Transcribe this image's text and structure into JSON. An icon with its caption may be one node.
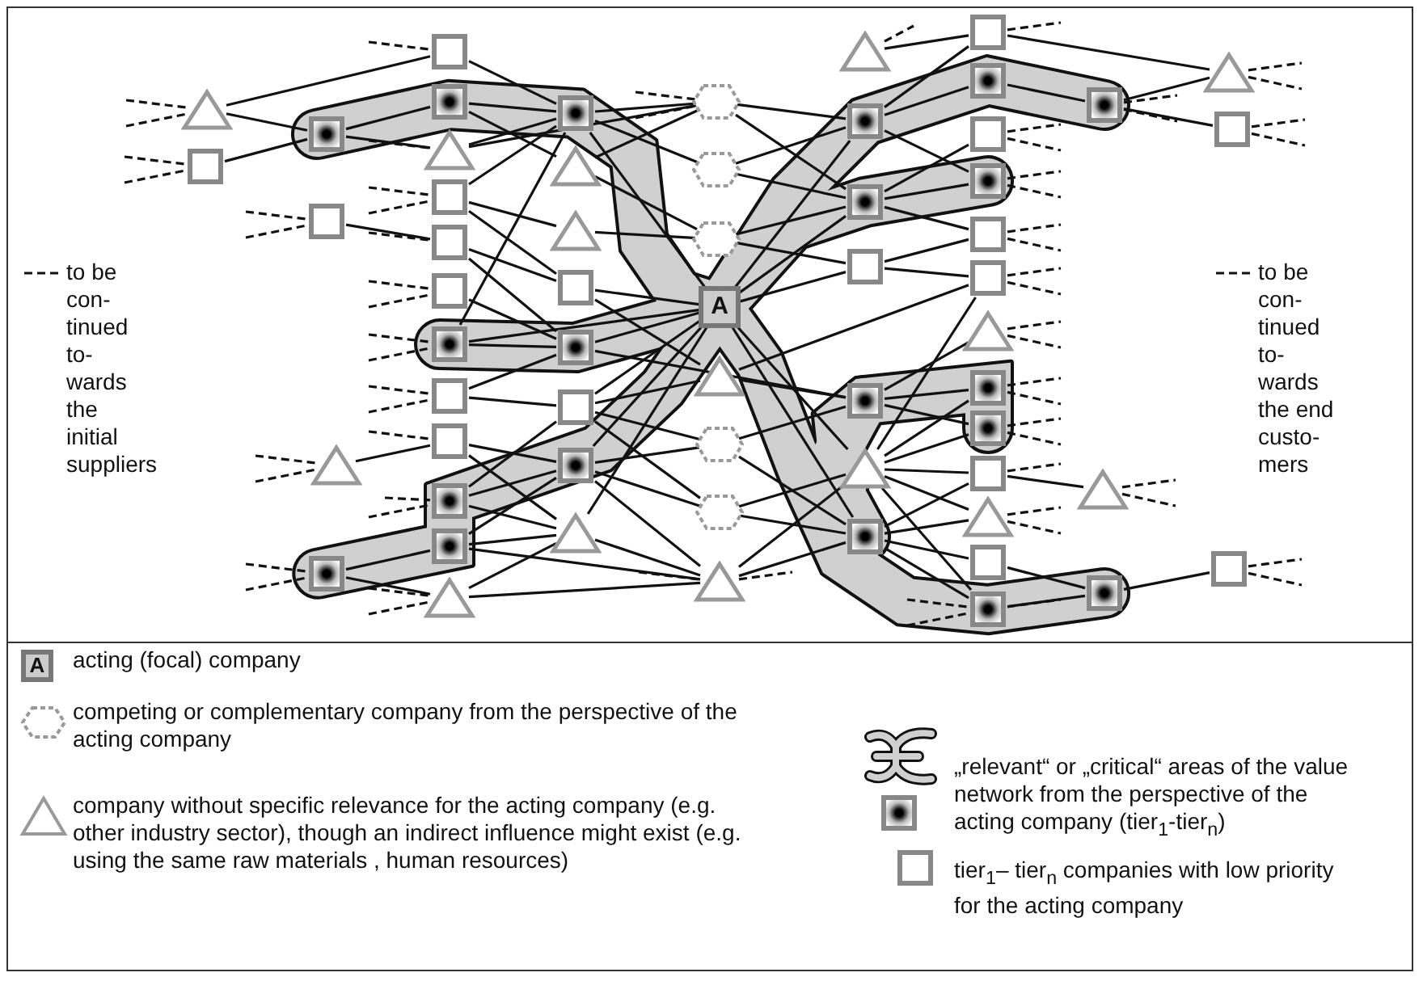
{
  "diagram": {
    "nodes": [
      {
        "text": [],
        "shape": "triangle"
      },
      {
        "text": [],
        "shape": "box"
      },
      {
        "text": [],
        "shape": "target"
      },
      {
        "text": [],
        "shape": "box"
      },
      {
        "text": [],
        "shape": "triangle"
      },
      {
        "text": [],
        "shape": "target"
      },
      {
        "text": [],
        "shape": "box"
      },
      {
        "text": [],
        "shape": "target"
      },
      {
        "text": [],
        "shape": "triangle"
      },
      {
        "text": [],
        "shape": "box"
      },
      {
        "text": [],
        "shape": "box"
      },
      {
        "text": [],
        "shape": "box"
      },
      {
        "text": [],
        "shape": "target"
      },
      {
        "text": [],
        "shape": "box"
      },
      {
        "text": [],
        "shape": "box"
      },
      {
        "text": [],
        "shape": "target"
      },
      {
        "text": [],
        "shape": "target"
      },
      {
        "text": [],
        "shape": "triangle"
      },
      {
        "text": [],
        "shape": "target"
      },
      {
        "text": [],
        "shape": "triangle"
      },
      {
        "text": [],
        "shape": "triangle"
      },
      {
        "text": [],
        "shape": "box"
      },
      {
        "text": [],
        "shape": "target"
      },
      {
        "text": [],
        "shape": "box"
      },
      {
        "text": [],
        "shape": "target"
      },
      {
        "text": [],
        "shape": "triangle"
      },
      {
        "text": [],
        "shape": "hexagon"
      },
      {
        "text": [],
        "shape": "hexagon"
      },
      {
        "text": [],
        "shape": "hexagon"
      },
      {
        "text": [
          "A"
        ]
      },
      {
        "text": [],
        "shape": "triangle"
      },
      {
        "text": [],
        "shape": "hexagon"
      },
      {
        "text": [],
        "shape": "hexagon"
      },
      {
        "text": [],
        "shape": "triangle"
      },
      {
        "text": [],
        "shape": "triangle"
      },
      {
        "text": [],
        "shape": "target"
      },
      {
        "text": [],
        "shape": "target"
      },
      {
        "text": [],
        "shape": "box"
      },
      {
        "text": [],
        "shape": "target"
      },
      {
        "text": [],
        "shape": "triangle"
      },
      {
        "text": [],
        "shape": "target"
      },
      {
        "text": [],
        "shape": "box"
      },
      {
        "text": [],
        "shape": "target"
      },
      {
        "text": [],
        "shape": "box"
      },
      {
        "text": [],
        "shape": "target"
      },
      {
        "text": [],
        "shape": "box"
      },
      {
        "text": [],
        "shape": "box"
      },
      {
        "text": [],
        "shape": "triangle"
      },
      {
        "text": [],
        "shape": "target"
      },
      {
        "text": [],
        "shape": "target"
      },
      {
        "text": [],
        "shape": "box"
      },
      {
        "text": [],
        "shape": "triangle"
      },
      {
        "text": [],
        "shape": "box"
      },
      {
        "text": [],
        "shape": "target"
      },
      {
        "text": [],
        "shape": "target"
      },
      {
        "text": [],
        "shape": "triangle"
      },
      {
        "text": [],
        "shape": "target"
      },
      {
        "text": [],
        "shape": "triangle"
      },
      {
        "text": [],
        "shape": "box"
      },
      {
        "text": [],
        "shape": "box"
      }
    ],
    "edges": [
      {
        "from": 0,
        "to": 6,
        "arrow": "none"
      },
      {
        "from": 0,
        "to": 2,
        "arrow": "none"
      },
      {
        "from": 1,
        "to": 2,
        "arrow": "none"
      },
      {
        "from": 2,
        "to": 7,
        "arrow": "none"
      },
      {
        "from": 2,
        "to": 8,
        "arrow": "none"
      },
      {
        "from": 3,
        "to": 10,
        "arrow": "none"
      },
      {
        "from": 4,
        "to": 14,
        "arrow": "none"
      },
      {
        "from": 5,
        "to": 16,
        "arrow": "none"
      },
      {
        "from": 5,
        "to": 17,
        "arrow": "none"
      },
      {
        "from": 6,
        "to": 18,
        "arrow": "none"
      },
      {
        "from": 7,
        "to": 18,
        "arrow": "none"
      },
      {
        "from": 7,
        "to": 19,
        "arrow": "none"
      },
      {
        "from": 8,
        "to": 18,
        "arrow": "none"
      },
      {
        "from": 8,
        "to": 26,
        "arrow": "none"
      },
      {
        "from": 9,
        "to": 18,
        "arrow": "none"
      },
      {
        "from": 9,
        "to": 20,
        "arrow": "none"
      },
      {
        "from": 9,
        "to": 21,
        "arrow": "none"
      },
      {
        "from": 10,
        "to": 21,
        "arrow": "none"
      },
      {
        "from": 10,
        "to": 22,
        "arrow": "none"
      },
      {
        "from": 11,
        "to": 22,
        "arrow": "none"
      },
      {
        "from": 12,
        "to": 18,
        "arrow": "none"
      },
      {
        "from": 12,
        "to": 22,
        "arrow": "none"
      },
      {
        "from": 12,
        "to": 29,
        "arrow": "none"
      },
      {
        "from": 13,
        "to": 22,
        "arrow": "none"
      },
      {
        "from": 13,
        "to": 23,
        "arrow": "none"
      },
      {
        "from": 14,
        "to": 24,
        "arrow": "none"
      },
      {
        "from": 14,
        "to": 25,
        "arrow": "none"
      },
      {
        "from": 15,
        "to": 23,
        "arrow": "none"
      },
      {
        "from": 15,
        "to": 24,
        "arrow": "none"
      },
      {
        "from": 15,
        "to": 25,
        "arrow": "none"
      },
      {
        "from": 16,
        "to": 24,
        "arrow": "none"
      },
      {
        "from": 16,
        "to": 25,
        "arrow": "none"
      },
      {
        "from": 16,
        "to": 33,
        "arrow": "none"
      },
      {
        "from": 17,
        "to": 25,
        "arrow": "none"
      },
      {
        "from": 17,
        "to": 33,
        "arrow": "none"
      },
      {
        "from": 18,
        "to": 26,
        "arrow": "none"
      },
      {
        "from": 18,
        "to": 27,
        "arrow": "none"
      },
      {
        "from": 18,
        "to": 29,
        "arrow": "none"
      },
      {
        "from": 19,
        "to": 26,
        "arrow": "none"
      },
      {
        "from": 19,
        "to": 28,
        "arrow": "none"
      },
      {
        "from": 20,
        "to": 28,
        "arrow": "none"
      },
      {
        "from": 21,
        "to": 29,
        "arrow": "none"
      },
      {
        "from": 21,
        "to": 30,
        "arrow": "none"
      },
      {
        "from": 22,
        "to": 29,
        "arrow": "none"
      },
      {
        "from": 22,
        "to": 38,
        "arrow": "none"
      },
      {
        "from": 23,
        "to": 29,
        "arrow": "none"
      },
      {
        "from": 23,
        "to": 30,
        "arrow": "none"
      },
      {
        "from": 23,
        "to": 31,
        "arrow": "none"
      },
      {
        "from": 23,
        "to": 32,
        "arrow": "none"
      },
      {
        "from": 24,
        "to": 29,
        "arrow": "none"
      },
      {
        "from": 24,
        "to": 31,
        "arrow": "none"
      },
      {
        "from": 24,
        "to": 32,
        "arrow": "none"
      },
      {
        "from": 24,
        "to": 33,
        "arrow": "none"
      },
      {
        "from": 25,
        "to": 29,
        "arrow": "none"
      },
      {
        "from": 25,
        "to": 33,
        "arrow": "none"
      },
      {
        "from": 26,
        "to": 35,
        "arrow": "none"
      },
      {
        "from": 26,
        "to": 36,
        "arrow": "none"
      },
      {
        "from": 27,
        "to": 36,
        "arrow": "none"
      },
      {
        "from": 27,
        "to": 35,
        "arrow": "none"
      },
      {
        "from": 28,
        "to": 37,
        "arrow": "none"
      },
      {
        "from": 28,
        "to": 36,
        "arrow": "none"
      },
      {
        "from": 29,
        "to": 35,
        "arrow": "none"
      },
      {
        "from": 29,
        "to": 36,
        "arrow": "none"
      },
      {
        "from": 29,
        "to": 37,
        "arrow": "none"
      },
      {
        "from": 29,
        "to": 39,
        "arrow": "none"
      },
      {
        "from": 29,
        "to": 40,
        "arrow": "none"
      },
      {
        "from": 30,
        "to": 38,
        "arrow": "none"
      },
      {
        "from": 30,
        "to": 46,
        "arrow": "none"
      },
      {
        "from": 31,
        "to": 38,
        "arrow": "none"
      },
      {
        "from": 31,
        "to": 40,
        "arrow": "none"
      },
      {
        "from": 32,
        "to": 39,
        "arrow": "none"
      },
      {
        "from": 32,
        "to": 40,
        "arrow": "none"
      },
      {
        "from": 33,
        "to": 40,
        "arrow": "none"
      },
      {
        "from": 33,
        "to": 39,
        "arrow": "none"
      },
      {
        "from": 34,
        "to": 41,
        "arrow": "none"
      },
      {
        "from": 35,
        "to": 41,
        "arrow": "none"
      },
      {
        "from": 35,
        "to": 42,
        "arrow": "none"
      },
      {
        "from": 35,
        "to": 44,
        "arrow": "none"
      },
      {
        "from": 36,
        "to": 43,
        "arrow": "none"
      },
      {
        "from": 36,
        "to": 44,
        "arrow": "none"
      },
      {
        "from": 36,
        "to": 45,
        "arrow": "none"
      },
      {
        "from": 37,
        "to": 45,
        "arrow": "none"
      },
      {
        "from": 37,
        "to": 46,
        "arrow": "none"
      },
      {
        "from": 38,
        "to": 47,
        "arrow": "none"
      },
      {
        "from": 38,
        "to": 48,
        "arrow": "none"
      },
      {
        "from": 38,
        "to": 49,
        "arrow": "none"
      },
      {
        "from": 39,
        "to": 46,
        "arrow": "none"
      },
      {
        "from": 39,
        "to": 48,
        "arrow": "none"
      },
      {
        "from": 39,
        "to": 49,
        "arrow": "none"
      },
      {
        "from": 39,
        "to": 50,
        "arrow": "none"
      },
      {
        "from": 39,
        "to": 51,
        "arrow": "none"
      },
      {
        "from": 39,
        "to": 53,
        "arrow": "none"
      },
      {
        "from": 40,
        "to": 50,
        "arrow": "none"
      },
      {
        "from": 40,
        "to": 51,
        "arrow": "none"
      },
      {
        "from": 40,
        "to": 52,
        "arrow": "none"
      },
      {
        "from": 40,
        "to": 53,
        "arrow": "none"
      },
      {
        "from": 41,
        "to": 57,
        "arrow": "none"
      },
      {
        "from": 42,
        "to": 54,
        "arrow": "none"
      },
      {
        "from": 54,
        "to": 57,
        "arrow": "none"
      },
      {
        "from": 54,
        "to": 58,
        "arrow": "none"
      },
      {
        "from": 50,
        "to": 55,
        "arrow": "none"
      },
      {
        "from": 52,
        "to": 56,
        "arrow": "none"
      },
      {
        "from": 53,
        "to": 56,
        "arrow": "none"
      },
      {
        "from": 56,
        "to": 59,
        "arrow": "none"
      },
      {
        "from": null,
        "to": 0,
        "arrow": "none",
        "style": "dashed"
      },
      {
        "from": null,
        "to": 0,
        "arrow": "none",
        "style": "dashed"
      },
      {
        "from": null,
        "to": 1,
        "arrow": "none",
        "style": "dashed"
      },
      {
        "from": null,
        "to": 1,
        "arrow": "none",
        "style": "dashed"
      },
      {
        "from": null,
        "to": 3,
        "arrow": "none",
        "style": "dashed"
      },
      {
        "from": null,
        "to": 3,
        "arrow": "none",
        "style": "dashed"
      },
      {
        "from": null,
        "to": 4,
        "arrow": "none",
        "style": "dashed"
      },
      {
        "from": null,
        "to": 4,
        "arrow": "none",
        "style": "dashed"
      },
      {
        "from": null,
        "to": 5,
        "arrow": "none",
        "style": "dashed"
      },
      {
        "from": null,
        "to": 5,
        "arrow": "none",
        "style": "dashed"
      },
      {
        "from": null,
        "to": 6,
        "arrow": "none",
        "style": "dashed"
      },
      {
        "from": null,
        "to": 8,
        "arrow": "none",
        "style": "dashed"
      },
      {
        "from": null,
        "to": 9,
        "arrow": "none",
        "style": "dashed"
      },
      {
        "from": null,
        "to": 9,
        "arrow": "none",
        "style": "dashed"
      },
      {
        "from": null,
        "to": 10,
        "arrow": "none",
        "style": "dashed"
      },
      {
        "from": null,
        "to": 11,
        "arrow": "none",
        "style": "dashed"
      },
      {
        "from": null,
        "to": 11,
        "arrow": "none",
        "style": "dashed"
      },
      {
        "from": null,
        "to": 12,
        "arrow": "none",
        "style": "dashed"
      },
      {
        "from": null,
        "to": 12,
        "arrow": "none",
        "style": "dashed"
      },
      {
        "from": null,
        "to": 13,
        "arrow": "none",
        "style": "dashed"
      },
      {
        "from": null,
        "to": 13,
        "arrow": "none",
        "style": "dashed"
      },
      {
        "from": null,
        "to": 14,
        "arrow": "none",
        "style": "dashed"
      },
      {
        "from": null,
        "to": 15,
        "arrow": "none",
        "style": "dashed"
      },
      {
        "from": null,
        "to": 15,
        "arrow": "none",
        "style": "dashed"
      },
      {
        "from": null,
        "to": 17,
        "arrow": "none",
        "style": "dashed"
      },
      {
        "from": null,
        "to": 17,
        "arrow": "none",
        "style": "dashed"
      },
      {
        "from": null,
        "to": 26,
        "arrow": "none",
        "style": "dashed"
      },
      {
        "from": null,
        "to": 26,
        "arrow": "none",
        "style": "dashed"
      },
      {
        "from": null,
        "to": 33,
        "arrow": "none",
        "style": "dashed"
      },
      {
        "from": null,
        "to": 53,
        "arrow": "none",
        "style": "dashed"
      },
      {
        "from": null,
        "to": 53,
        "arrow": "none",
        "style": "dashed"
      },
      {
        "from": 33,
        "to": null,
        "arrow": "none",
        "style": "dashed"
      },
      {
        "from": 34,
        "to": null,
        "arrow": "none",
        "style": "dashed"
      },
      {
        "from": 41,
        "to": null,
        "arrow": "none",
        "style": "dashed"
      },
      {
        "from": 43,
        "to": null,
        "arrow": "none",
        "style": "dashed"
      },
      {
        "from": 43,
        "to": null,
        "arrow": "none",
        "style": "dashed"
      },
      {
        "from": 44,
        "to": null,
        "arrow": "none",
        "style": "dashed"
      },
      {
        "from": 44,
        "to": null,
        "arrow": "none",
        "style": "dashed"
      },
      {
        "from": 45,
        "to": null,
        "arrow": "none",
        "style": "dashed"
      },
      {
        "from": 45,
        "to": null,
        "arrow": "none",
        "style": "dashed"
      },
      {
        "from": 46,
        "to": null,
        "arrow": "none",
        "style": "dashed"
      },
      {
        "from": 46,
        "to": null,
        "arrow": "none",
        "style": "dashed"
      },
      {
        "from": 47,
        "to": null,
        "arrow": "none",
        "style": "dashed"
      },
      {
        "from": 47,
        "to": null,
        "arrow": "none",
        "style": "dashed"
      },
      {
        "from": 48,
        "to": null,
        "arrow": "none",
        "style": "dashed"
      },
      {
        "from": 48,
        "to": null,
        "arrow": "none",
        "style": "dashed"
      },
      {
        "from": 49,
        "to": null,
        "arrow": "none",
        "style": "dashed"
      },
      {
        "from": 49,
        "to": null,
        "arrow": "none",
        "style": "dashed"
      },
      {
        "from": 50,
        "to": null,
        "arrow": "none",
        "style": "dashed"
      },
      {
        "from": 51,
        "to": null,
        "arrow": "none",
        "style": "dashed"
      },
      {
        "from": 51,
        "to": null,
        "arrow": "none",
        "style": "dashed"
      },
      {
        "from": 53,
        "to": null,
        "arrow": "none",
        "style": "dashed"
      },
      {
        "from": 54,
        "to": null,
        "arrow": "none",
        "style": "dashed"
      },
      {
        "from": 54,
        "to": null,
        "arrow": "none",
        "style": "dashed"
      },
      {
        "from": 55,
        "to": null,
        "arrow": "none",
        "style": "dashed"
      },
      {
        "from": 55,
        "to": null,
        "arrow": "none",
        "style": "dashed"
      },
      {
        "from": 57,
        "to": null,
        "arrow": "none",
        "style": "dashed"
      },
      {
        "from": 57,
        "to": null,
        "arrow": "none",
        "style": "dashed"
      },
      {
        "from": 58,
        "to": null,
        "arrow": "none",
        "style": "dashed"
      },
      {
        "from": 58,
        "to": null,
        "arrow": "none",
        "style": "dashed"
      },
      {
        "from": 59,
        "to": null,
        "arrow": "none",
        "style": "dashed"
      },
      {
        "from": 59,
        "to": null,
        "arrow": "none",
        "style": "dashed"
      }
    ],
    "labels": [
      "A"
    ],
    "legend": [
      {
        "text": "to be con- tinued to- wards the initial suppliers"
      },
      {
        "text": "to be con- tinued to- wards the end custo- mers"
      },
      {
        "text": "acting (focal) company"
      },
      {
        "text": "competing or complementary company from the perspective of the acting company"
      },
      {
        "text": "company without specific relevance for the acting company (e.g. other industry sector), though an indirect influence might exist (e.g. using the same raw materials , human resources)"
      },
      {
        "text": "„relevant“ or „critical“ areas of the value network from the perspective of the acting company (tier$_{1}$-tier$_{n}$)"
      },
      {
        "text": "tier$_{1}$– tier$_{n}$ companies with low priority for the acting company"
      }
    ]
  }
}
